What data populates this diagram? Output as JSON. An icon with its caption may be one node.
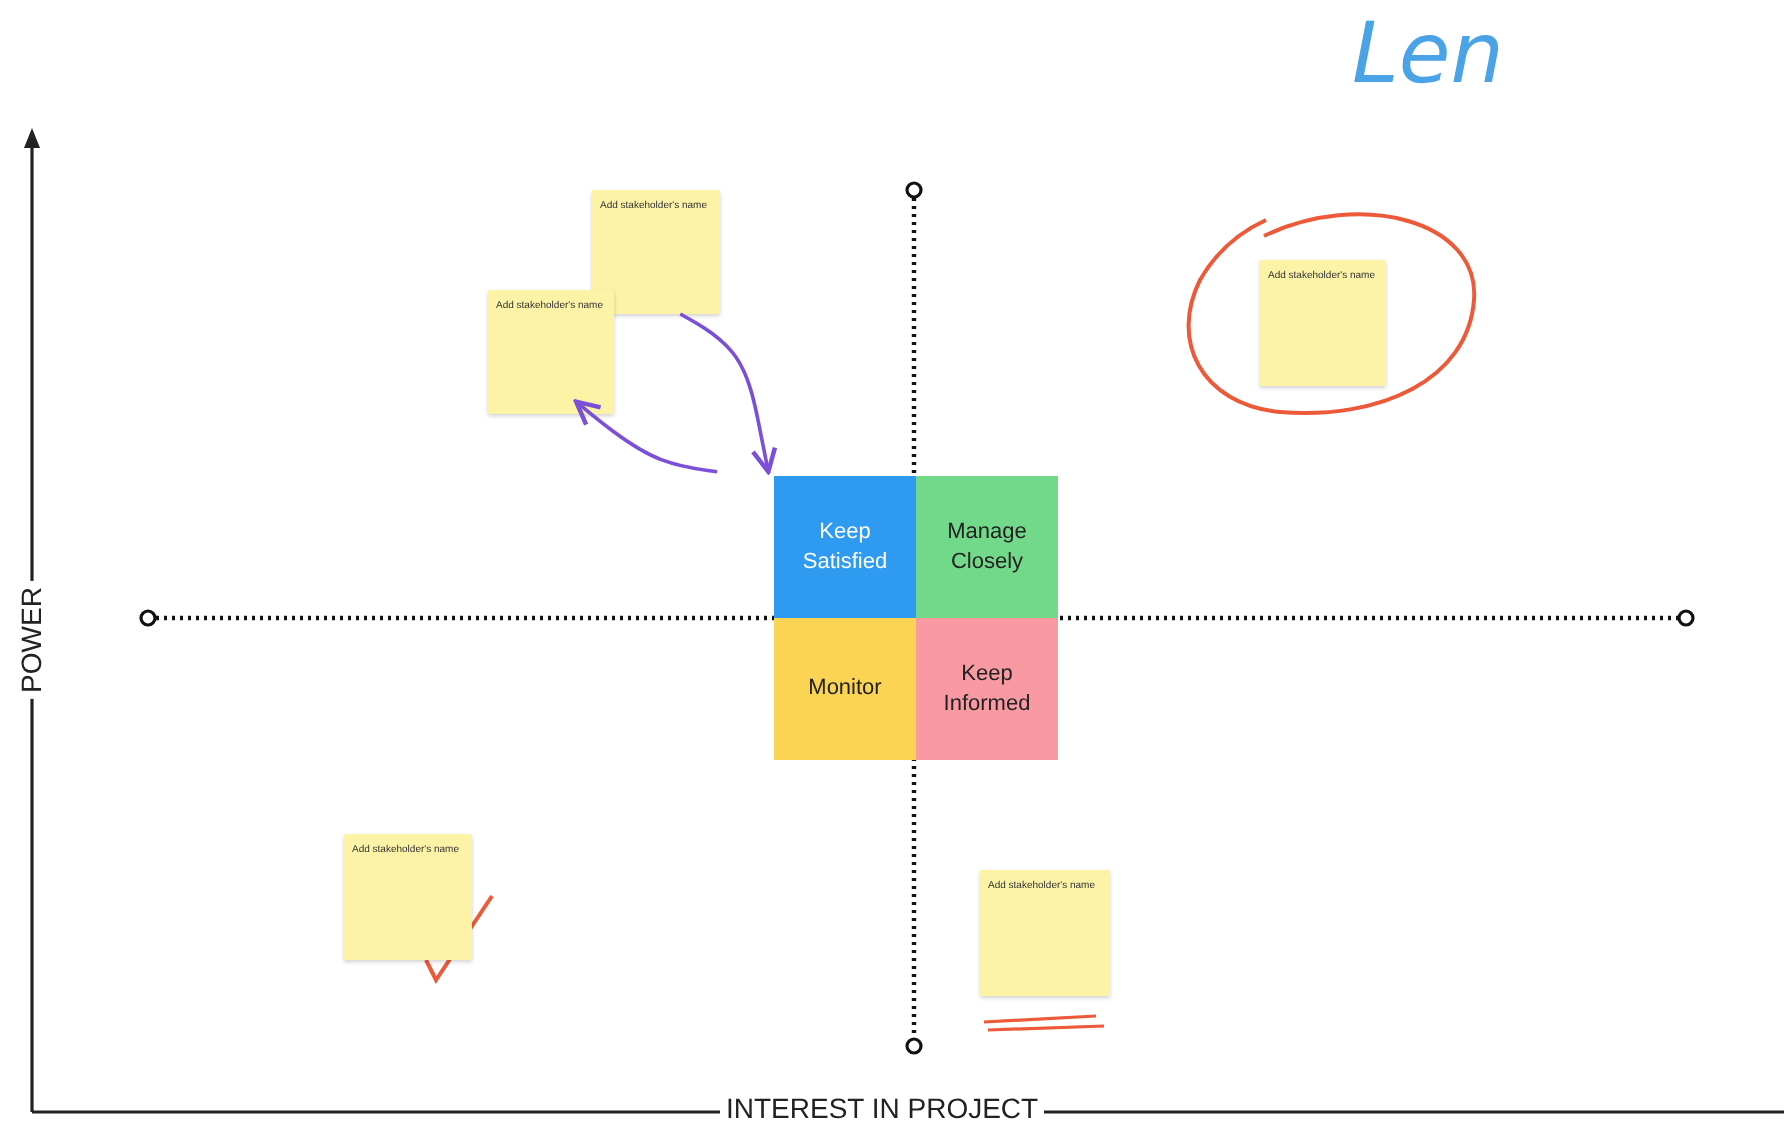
{
  "diagram": {
    "nodes": [
      {
        "text": [
          "Keep Satisfied"
        ]
      },
      {
        "text": [
          "Manage Closely"
        ]
      },
      {
        "text": [
          "Monitor"
        ]
      },
      {
        "text": [
          "Keep Informed"
        ]
      },
      {
        "text": [
          "Add stakeholder's name"
        ]
      },
      {
        "text": [
          "Add stakeholder's name"
        ]
      },
      {
        "text": [
          "Add stakeholder's name"
        ]
      },
      {
        "text": [
          "Add stakeholder's name"
        ]
      },
      {
        "text": [
          "Add stakeholder's name"
        ]
      }
    ],
    "edges": [
      {
        "from": 4,
        "to": 0,
        "arrow": "to",
        "color": "#7b4fd6"
      },
      {
        "from": 0,
        "to": 5,
        "arrow": "to",
        "color": "#7b4fd6"
      }
    ],
    "labels": [
      "Len",
      "POWER",
      "INTEREST IN PROJECT"
    ]
  }
}
